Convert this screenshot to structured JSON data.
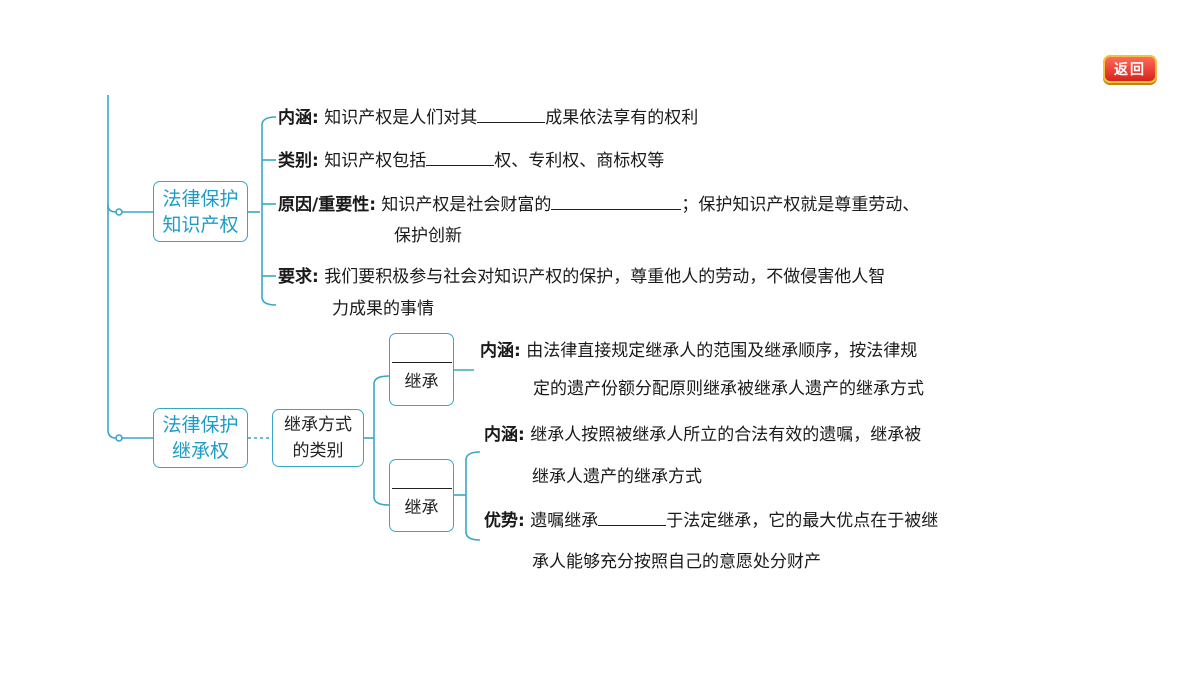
{
  "return_button": {
    "label": "返回"
  },
  "nodes": {
    "ip_protection": [
      "法律保护",
      "知识产权"
    ],
    "inheritance_protection": [
      "法律保护",
      "继承权"
    ],
    "inheritance_types": [
      "继承方式",
      "的类别"
    ],
    "legal_inheritance_suffix": "继承",
    "will_inheritance_suffix": "继承"
  },
  "ip": {
    "meaning_label": "内涵:",
    "meaning_before": "知识产权是人们对其",
    "meaning_after": "成果依法享有的权利",
    "category_label": "类别:",
    "category_before": "知识产权包括",
    "category_after": "权、专利权、商标权等",
    "reason_label": "原因/重要性:",
    "reason_before": "知识产权是社会财富的",
    "reason_after": "；保护知识产权就是尊重劳动、",
    "reason_line2": "保护创新",
    "req_label": "要求:",
    "req_line1": "我们要积极参与社会对知识产权的保护，尊重他人的劳动，不做侵害他人智",
    "req_line2": "力成果的事情"
  },
  "legal": {
    "meaning_label": "内涵:",
    "line1": "由法律直接规定继承人的范围及继承顺序，按法律规",
    "line2": "定的遗产份额分配原则继承被继承人遗产的继承方式"
  },
  "will": {
    "meaning_label": "内涵:",
    "line1": "继承人按照被继承人所立的合法有效的遗嘱，继承被",
    "line2": "继承人遗产的继承方式",
    "adv_label": "优势:",
    "adv_before": "遗嘱继承",
    "adv_after": "于法定继承，它的最大优点在于被继",
    "adv_line2": "承人能够充分按照自己的意愿处分财产"
  }
}
